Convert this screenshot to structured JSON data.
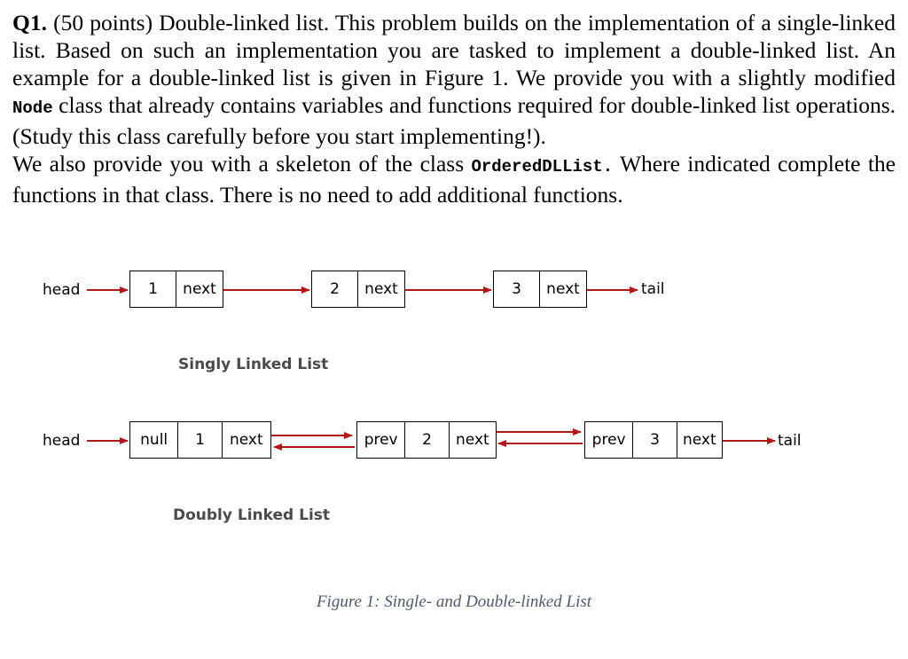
{
  "question": {
    "number": "Q1.",
    "text_a": " (50 points) Double-linked list. This problem builds on the implementation of a single-linked list. Based on such an implementation you are tasked to implement a double-linked list. An example for a double-linked list is given in Figure 1. We provide you with a slightly modified ",
    "code_node": "Node",
    "text_b": " class that already contains variables and functions required for double-linked list operations. (Study this class carefully before you start implementing!).",
    "text_c": "We also provide you with a skeleton of the class ",
    "code_class": "OrderedDLList.",
    "text_d": " Where indicated complete the functions in that class. There is no need to add additional functions."
  },
  "singly": {
    "head_label": "head",
    "tail_label": "tail",
    "nodes": [
      {
        "value": "1",
        "next": "next"
      },
      {
        "value": "2",
        "next": "next"
      },
      {
        "value": "3",
        "next": "next"
      }
    ],
    "caption": "Singly Linked List"
  },
  "doubly": {
    "head_label": "head",
    "tail_label": "tail",
    "nodes": [
      {
        "prev": "null",
        "value": "1",
        "next": "next"
      },
      {
        "prev": "prev",
        "value": "2",
        "next": "next"
      },
      {
        "prev": "prev",
        "value": "3",
        "next": "next"
      }
    ],
    "caption": "Doubly Linked List"
  },
  "figure_caption": "Figure 1: Single- and Double-linked List",
  "colors": {
    "arrow": "#b01818",
    "caption_gray": "#4a4a4a",
    "figcap": "#4f5b6b"
  }
}
